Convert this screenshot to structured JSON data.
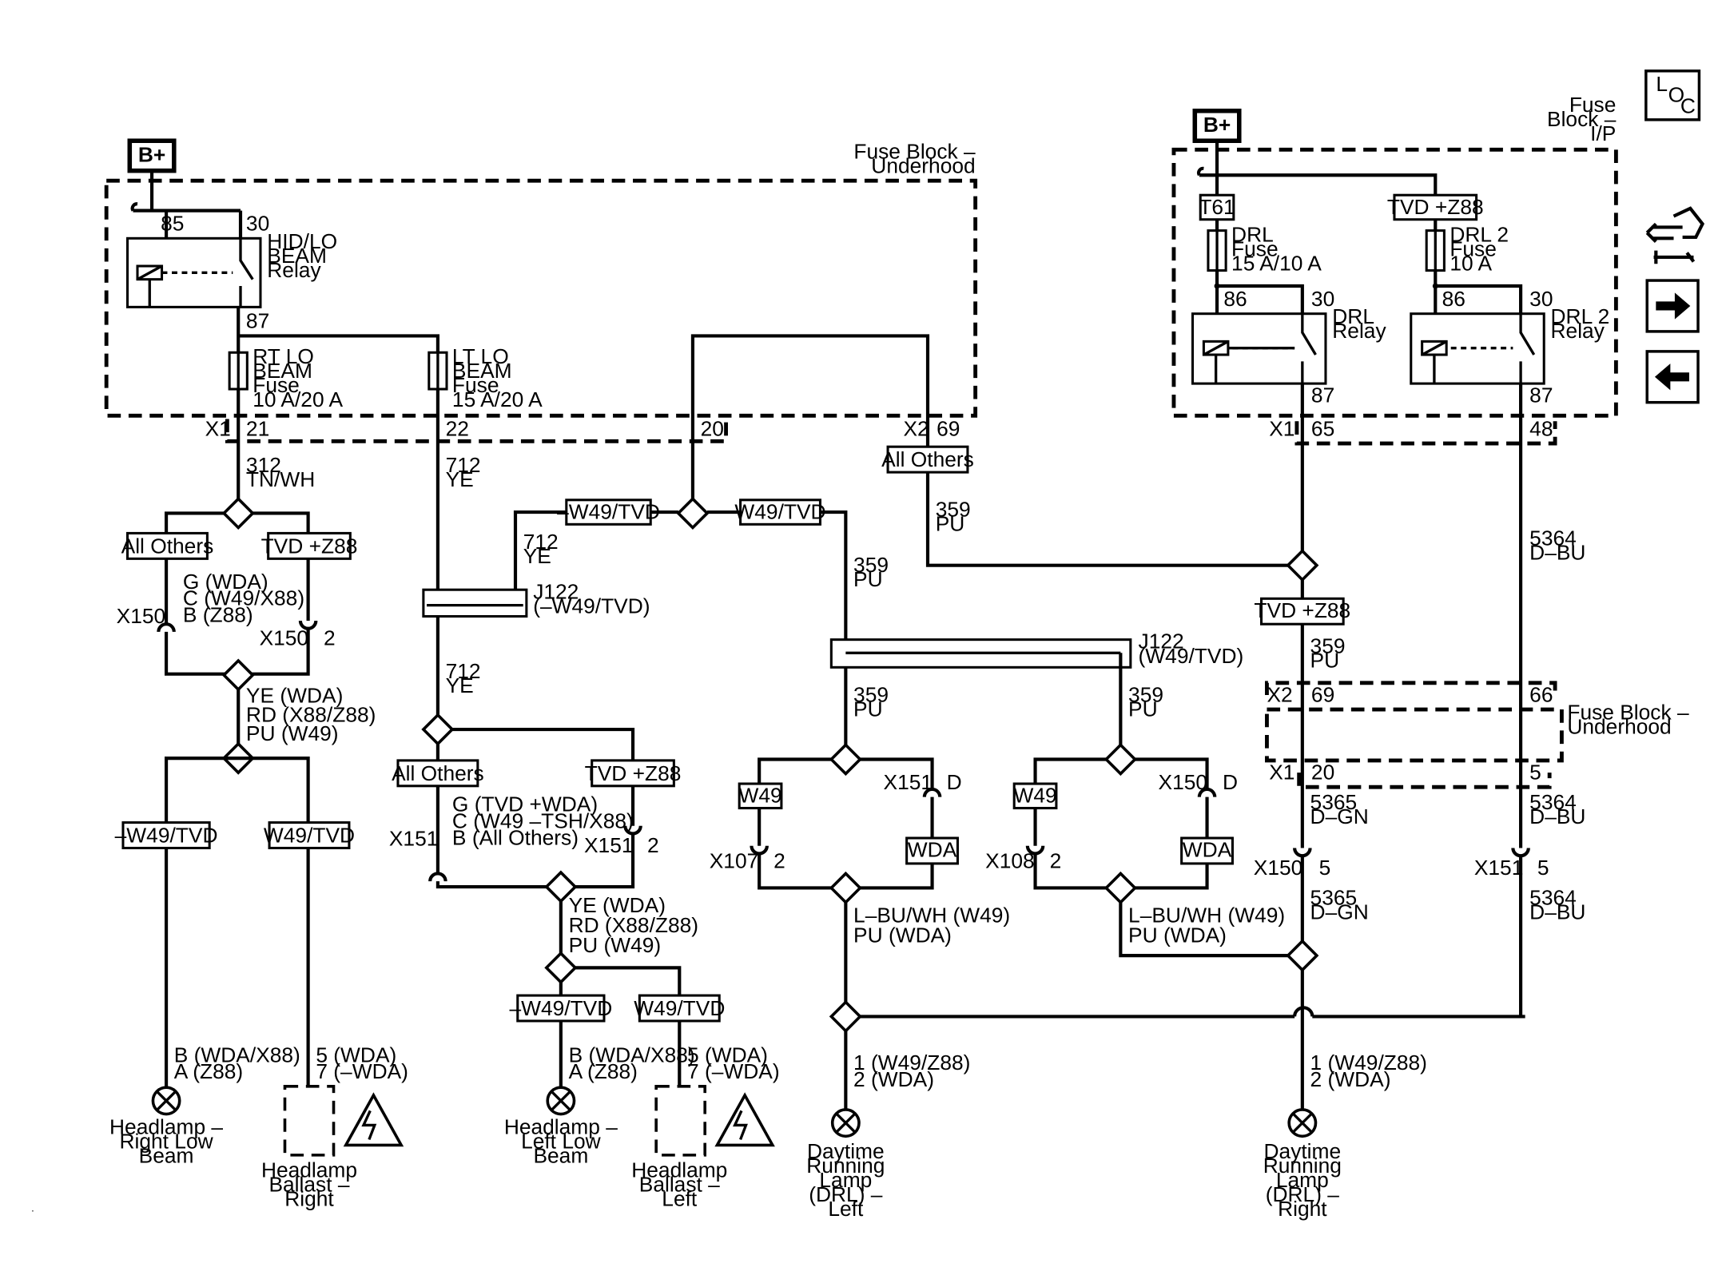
{
  "power": {
    "bplus": "B+"
  },
  "fuse_block_underhood": {
    "title": [
      "Fuse Block –",
      "Underhood"
    ],
    "hid_relay": {
      "label": [
        "HID/LO",
        "BEAM",
        "Relay"
      ],
      "pin85": "85",
      "pin30": "30",
      "pin87": "87"
    },
    "rt_fuse": [
      "RT LO",
      "BEAM",
      "Fuse",
      "10 A/20 A"
    ],
    "lt_fuse": [
      "LT LO",
      "BEAM",
      "Fuse",
      "15 A/20 A"
    ],
    "conn_x1": "X1",
    "conn_x2": "X2",
    "pin21": "21",
    "pin22": "22",
    "pin20": "20",
    "pin69": "69",
    "all_others": "All Others"
  },
  "fuse_block_ip": {
    "title": [
      "Fuse",
      "Block –",
      "I/P"
    ],
    "t61": "T61",
    "tvd_z88": "TVD +Z88",
    "drl_fuse": [
      "DRL",
      "Fuse",
      "15 A/10 A"
    ],
    "drl2_fuse": [
      "DRL 2",
      "Fuse",
      "10 A"
    ],
    "drl_relay": [
      "DRL",
      "Relay"
    ],
    "drl2_relay": [
      "DRL 2",
      "Relay"
    ],
    "pin86a": "86",
    "pin30a": "30",
    "pin87a": "87",
    "pin86b": "86",
    "pin30b": "30",
    "pin87b": "87",
    "conn_x1": "X1",
    "pin65": "65",
    "pin48": "48"
  },
  "wires": {
    "w312": [
      "312",
      "TN/WH"
    ],
    "w712a": [
      "712",
      "YE"
    ],
    "w712b": [
      "712",
      "YE"
    ],
    "w712c": [
      "712",
      "YE"
    ],
    "w359a": [
      "359",
      "PU"
    ],
    "w359b": [
      "359",
      "PU"
    ],
    "w359c": [
      "359",
      "PU"
    ],
    "w359d": [
      "359",
      "PU"
    ],
    "w359e": [
      "359",
      "PU"
    ],
    "w5364a": [
      "5364",
      "D–BU"
    ],
    "w5364b": [
      "5364",
      "D–BU"
    ],
    "w5364c": [
      "5364",
      "D–BU"
    ],
    "w5365a": [
      "5365",
      "D–GN"
    ],
    "w5365b": [
      "5365",
      "D–GN"
    ]
  },
  "left_branch": {
    "all_others": "All Others",
    "tvd_z88": "TVD +Z88",
    "pins": [
      "G (WDA)",
      "C (W49/X88)",
      "B (Z88)"
    ],
    "x150a": "X150",
    "x150b": "X150",
    "pin2": "2",
    "colors": [
      "YE (WDA)",
      "RD (X88/Z88)",
      "PU (W49)"
    ],
    "neg_w49_tvd": "–W49/TVD",
    "w49_tvd": "W49/TVD",
    "lamp_pins": [
      "B (WDA/X88)",
      "A (Z88)"
    ],
    "ballast_pins": [
      "5 (WDA)",
      "7 (–WDA)"
    ],
    "lamp_label": [
      "Headlamp –",
      "Right Low",
      "Beam"
    ],
    "ballast_label": [
      "Headlamp",
      "Ballast –",
      "Right"
    ]
  },
  "mid_branch": {
    "neg_w49_tvd": "–W49/TVD",
    "w49_tvd": "W49/TVD",
    "j122a": [
      "J122",
      "(–W49/TVD)"
    ],
    "all_others": "All Others",
    "tvd_z88": "TVD +Z88",
    "pins": [
      "G (TVD +WDA)",
      "C (W49 –TSH/X88)",
      "B (All Others)"
    ],
    "x151a": "X151",
    "x151b": "X151",
    "pin2": "2",
    "colors": [
      "YE (WDA)",
      "RD (X88/Z88)",
      "PU (W49)"
    ],
    "neg_w49_tvd2": "–W49/TVD",
    "w49_tvd2": "W49/TVD",
    "lamp_pins": [
      "B (WDA/X88)",
      "A (Z88)"
    ],
    "ballast_pins": [
      "5 (WDA)",
      "7 (–WDA)"
    ],
    "lamp_label": [
      "Headlamp –",
      "Left Low",
      "Beam"
    ],
    "ballast_label": [
      "Headlamp",
      "Ballast –",
      "Left"
    ]
  },
  "drl_branch": {
    "j122b": [
      "J122",
      "(W49/TVD)"
    ],
    "w49a": "W49",
    "w49b": "W49",
    "wda_a": "WDA",
    "wda_b": "WDA",
    "x107": "X107",
    "x108": "X108",
    "x151": "X151",
    "x150": "X150",
    "pin2a": "2",
    "pin2b": "2",
    "pinDa": "D",
    "pinDb": "D",
    "colors_a": [
      "L–BU/WH (W49)",
      "PU (WDA)"
    ],
    "colors_b": [
      "L–BU/WH (W49)",
      "PU (WDA)"
    ],
    "lamp_pins_l": [
      "1 (W49/Z88)",
      "2 (WDA)"
    ],
    "lamp_pins_r": [
      "1 (W49/Z88)",
      "2 (WDA)"
    ],
    "drl_left": [
      "Daytime",
      "Running",
      "Lamp",
      "(DRL) –",
      "Left"
    ],
    "drl_right": [
      "Daytime",
      "Running",
      "Lamp",
      "(DRL) –",
      "Right"
    ]
  },
  "right_side": {
    "tvd_z88": "TVD +Z88",
    "fb_underhood": [
      "Fuse Block –",
      "Underhood"
    ],
    "x2": "X2",
    "x1": "X1",
    "pin69": "69",
    "pin66": "66",
    "pin20": "20",
    "pin5": "5",
    "x150": "X150",
    "x151": "X151",
    "pin5a": "5",
    "pin5b": "5"
  },
  "nav": {
    "loc": [
      "L",
      "O",
      "C"
    ],
    "icons": [
      "connector-tool-icon",
      "arrow-right-icon",
      "arrow-left-icon"
    ]
  }
}
